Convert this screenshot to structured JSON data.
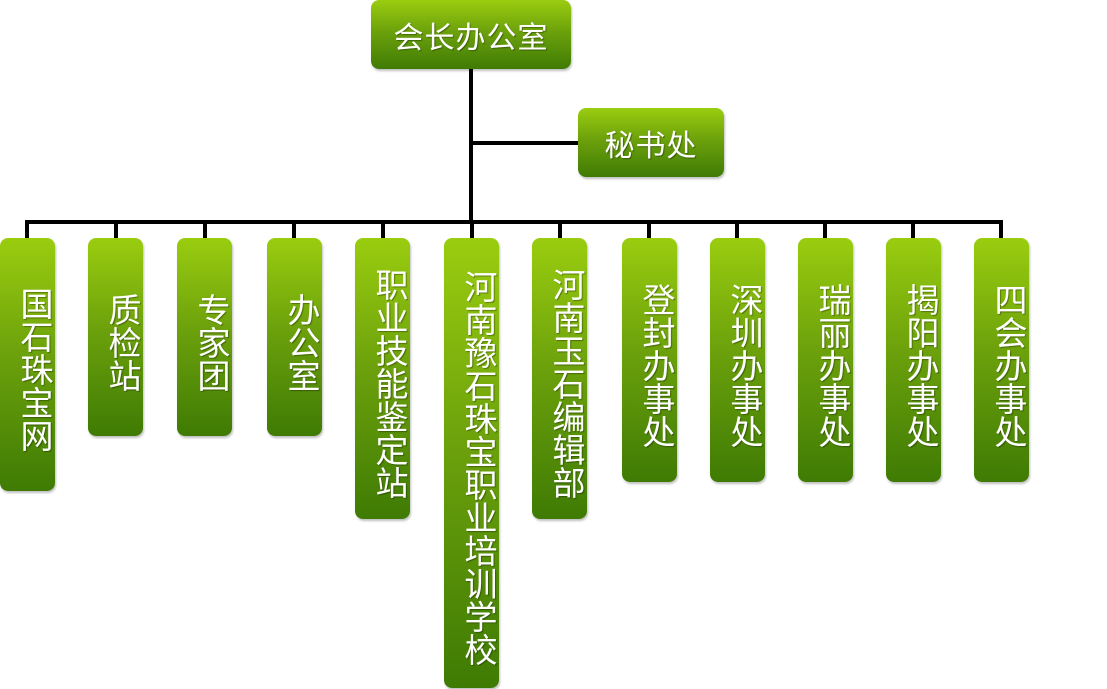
{
  "diagram": {
    "root": {
      "label": "会长办公室"
    },
    "assistant": {
      "label": "秘书处"
    },
    "children": [
      {
        "label": "国石珠宝网"
      },
      {
        "label": "质检站"
      },
      {
        "label": "专家团"
      },
      {
        "label": "办公室"
      },
      {
        "label": "职业技能鉴定站"
      },
      {
        "label": "河南豫石珠宝职业培训学校"
      },
      {
        "label": "河南玉石编辑部"
      },
      {
        "label": "登封办事处"
      },
      {
        "label": "深圳办事处"
      },
      {
        "label": "瑞丽办事处"
      },
      {
        "label": "揭阳办事处"
      },
      {
        "label": "四会办事处"
      }
    ],
    "colors": {
      "node_top": "#9acd0f",
      "node_bottom": "#3f7b04",
      "connector": "#000000",
      "text": "#ffffff"
    }
  }
}
